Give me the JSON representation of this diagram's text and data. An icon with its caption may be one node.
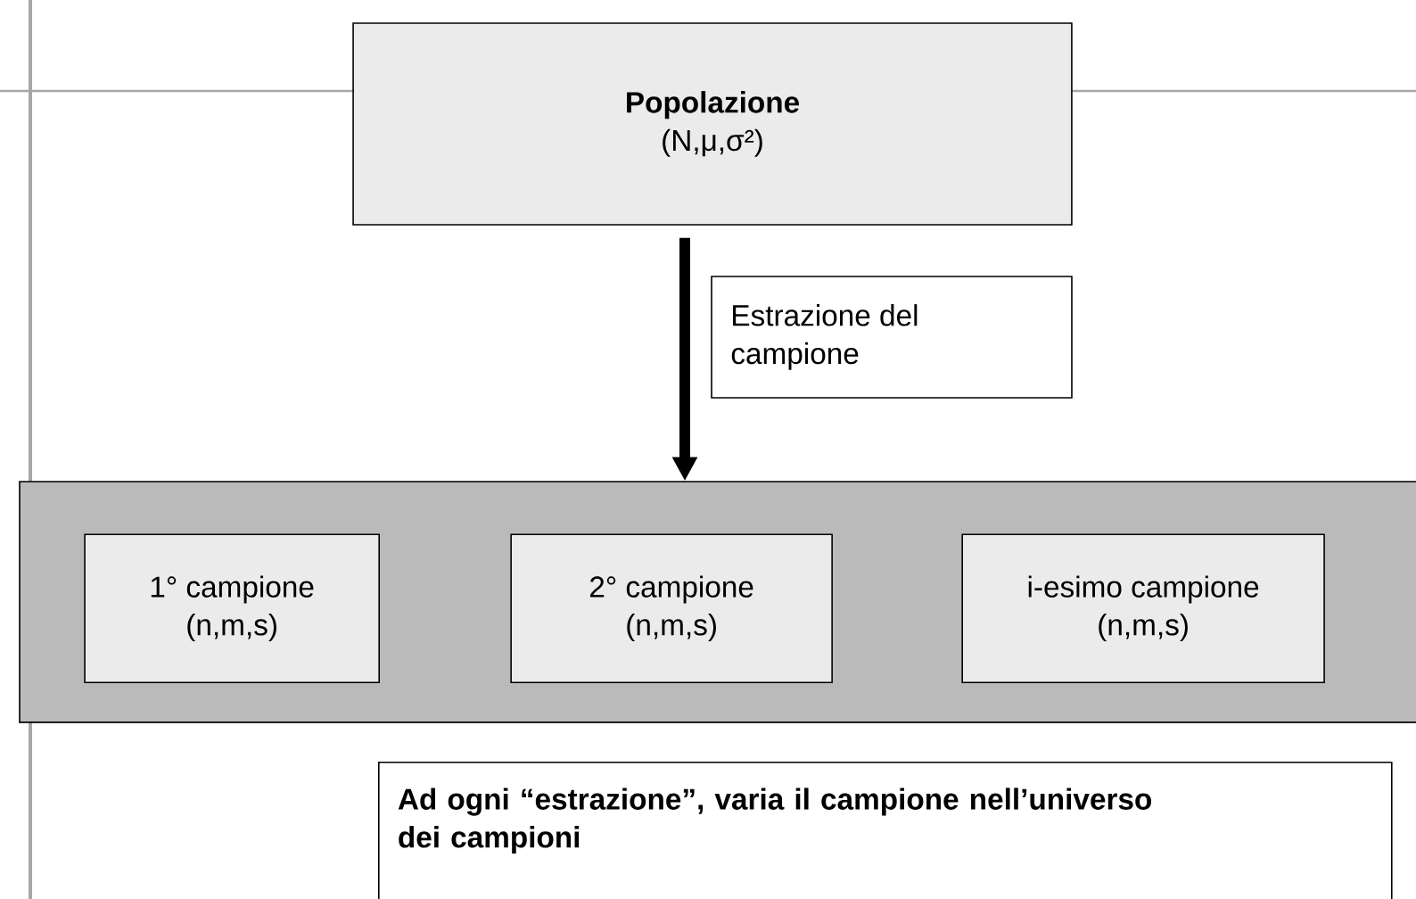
{
  "diagram": {
    "nodes": [
      {
        "text": [
          "Popolazione",
          "(N,μ,σ²)"
        ]
      },
      {
        "text": [
          "Estrazione del campione"
        ]
      },
      {
        "text": [],
        "shape": "box"
      },
      {
        "text": [
          "1° campione",
          "(n,m,s)"
        ],
        "in": 2
      },
      {
        "text": [
          "2° campione",
          "(n,m,s)"
        ],
        "in": 2
      },
      {
        "text": [
          "i-esimo campione",
          "(n,m,s)"
        ],
        "in": 2
      },
      {
        "text": [
          "Ad ogni “estrazione”, varia il campione nell’universo dei campioni"
        ]
      }
    ],
    "edges": [
      {
        "from": 0,
        "to": 2,
        "arrow": "to"
      }
    ]
  }
}
